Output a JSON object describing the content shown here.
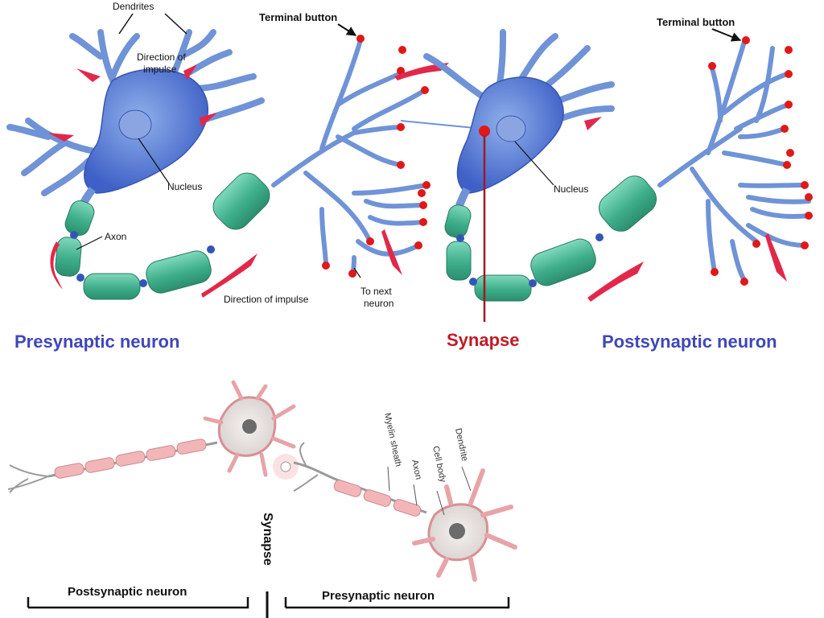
{
  "top": {
    "labels": {
      "dendrites": "Dendrites",
      "direction_of_impulse_1": "Direction of",
      "direction_of_impulse_2": "impulse",
      "nucleus_left": "Nucleus",
      "axon": "Axon",
      "direction_of_impulse_bottom": "Direction of impulse",
      "terminal_button_left": "Terminal button",
      "terminal_button_right": "Terminal button",
      "to_next_neuron_1": "To next",
      "to_next_neuron_2": "neuron",
      "nucleus_right": "Nucleus"
    },
    "titles": {
      "presynaptic": "Presynaptic neuron",
      "synapse": "Synapse",
      "postsynaptic": "Postsynaptic neuron"
    }
  },
  "bottom": {
    "labels": {
      "myelin_sheath": "Myelin sheath",
      "cell_body": "Cell body",
      "dendrite": "Dendrite",
      "axon": "Axon",
      "synapse": "Synapse",
      "postsynaptic": "Postsynaptic neuron",
      "presynaptic": "Presynaptic neuron"
    }
  },
  "colors": {
    "neuron_blue": "#6f93d6",
    "cell_body_blue": "#4f6fd0",
    "myelin_green": "#4fb996",
    "arrow_red": "#e2284a",
    "terminal_red": "#e01818",
    "title_blue": "#3f47b8",
    "synapse_red": "#c11b24",
    "pink_myelin": "#f3b6b8",
    "pink_body": "#e7a4a8"
  }
}
